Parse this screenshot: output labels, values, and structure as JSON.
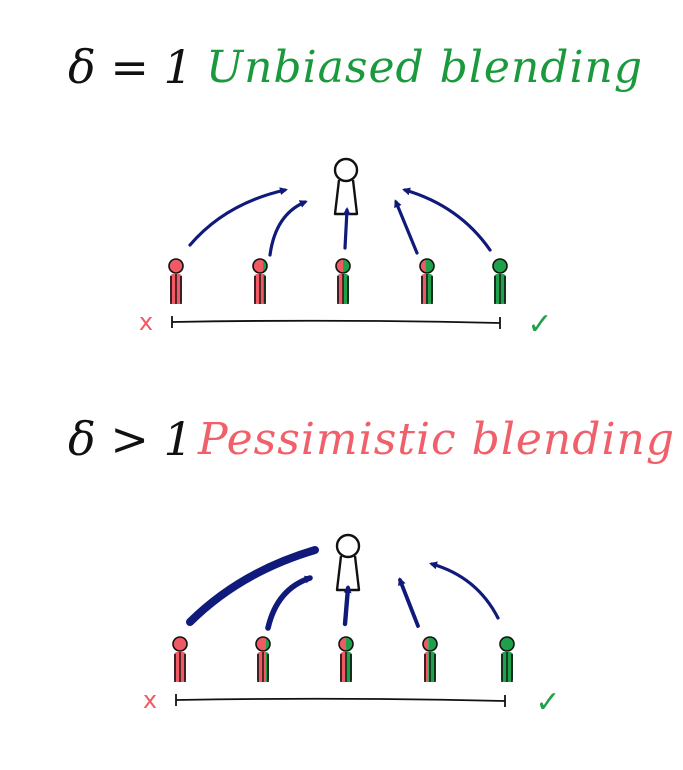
{
  "panels": [
    {
      "delta_label": "δ = 1",
      "blend_label": "Unbiased blending",
      "blend_color": "#1a9a3c",
      "cross_mark": "x",
      "check_mark": "✓",
      "arrow_weights": [
        1,
        1,
        1,
        1,
        1
      ]
    },
    {
      "delta_label": "δ > 1",
      "blend_label": "Pessimistic blending",
      "blend_color": "#f0606a",
      "cross_mark": "x",
      "check_mark": "✓",
      "arrow_weights": [
        5,
        3,
        2,
        1.5,
        1
      ]
    }
  ],
  "colors": {
    "arrow": "#101a7a",
    "red": "#f05a64",
    "green": "#1fa04a",
    "ink": "#111111"
  }
}
